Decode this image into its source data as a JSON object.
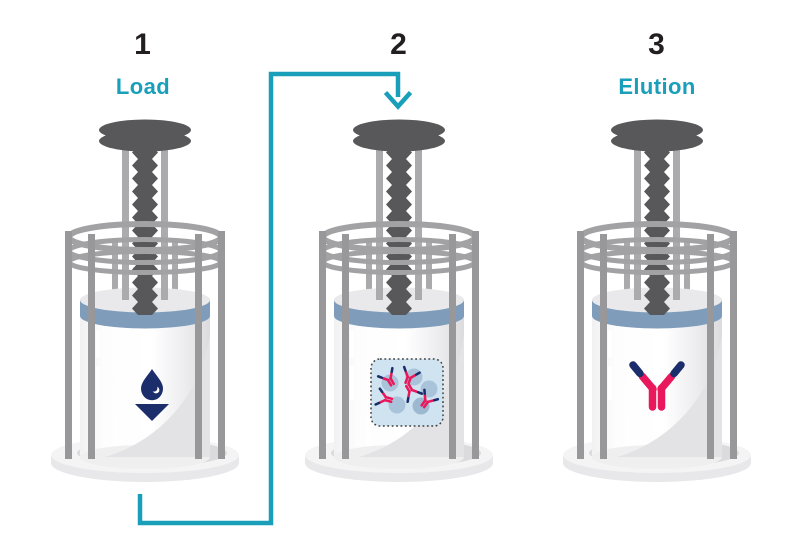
{
  "steps": [
    {
      "number": "1",
      "label": "Load",
      "icon": "droplet-down-arrow-icon"
    },
    {
      "number": "2",
      "label": "",
      "icon": "beads-captured-antibodies-icon"
    },
    {
      "number": "3",
      "label": "Elution",
      "icon": "antibody-icon"
    }
  ],
  "connector": {
    "type": "elbow-arrow",
    "from": "bottom of column 1",
    "to": "top of column 2",
    "color": "#1a9fba"
  },
  "colors": {
    "accent_teal": "#1a9fba",
    "number_text": "#231f20",
    "plunger_dark_gray": "#58585a",
    "cage_gray": "#a0a0a2",
    "band_blue": "#7f9dbb",
    "navy": "#1b2e6b",
    "antibody_pink": "#e9185c",
    "bead_blue": "#a9c4da",
    "capture_box_fill": "#cfe4f0",
    "vessel_white": "#ffffff",
    "base_gray": "#f4f4f5"
  }
}
